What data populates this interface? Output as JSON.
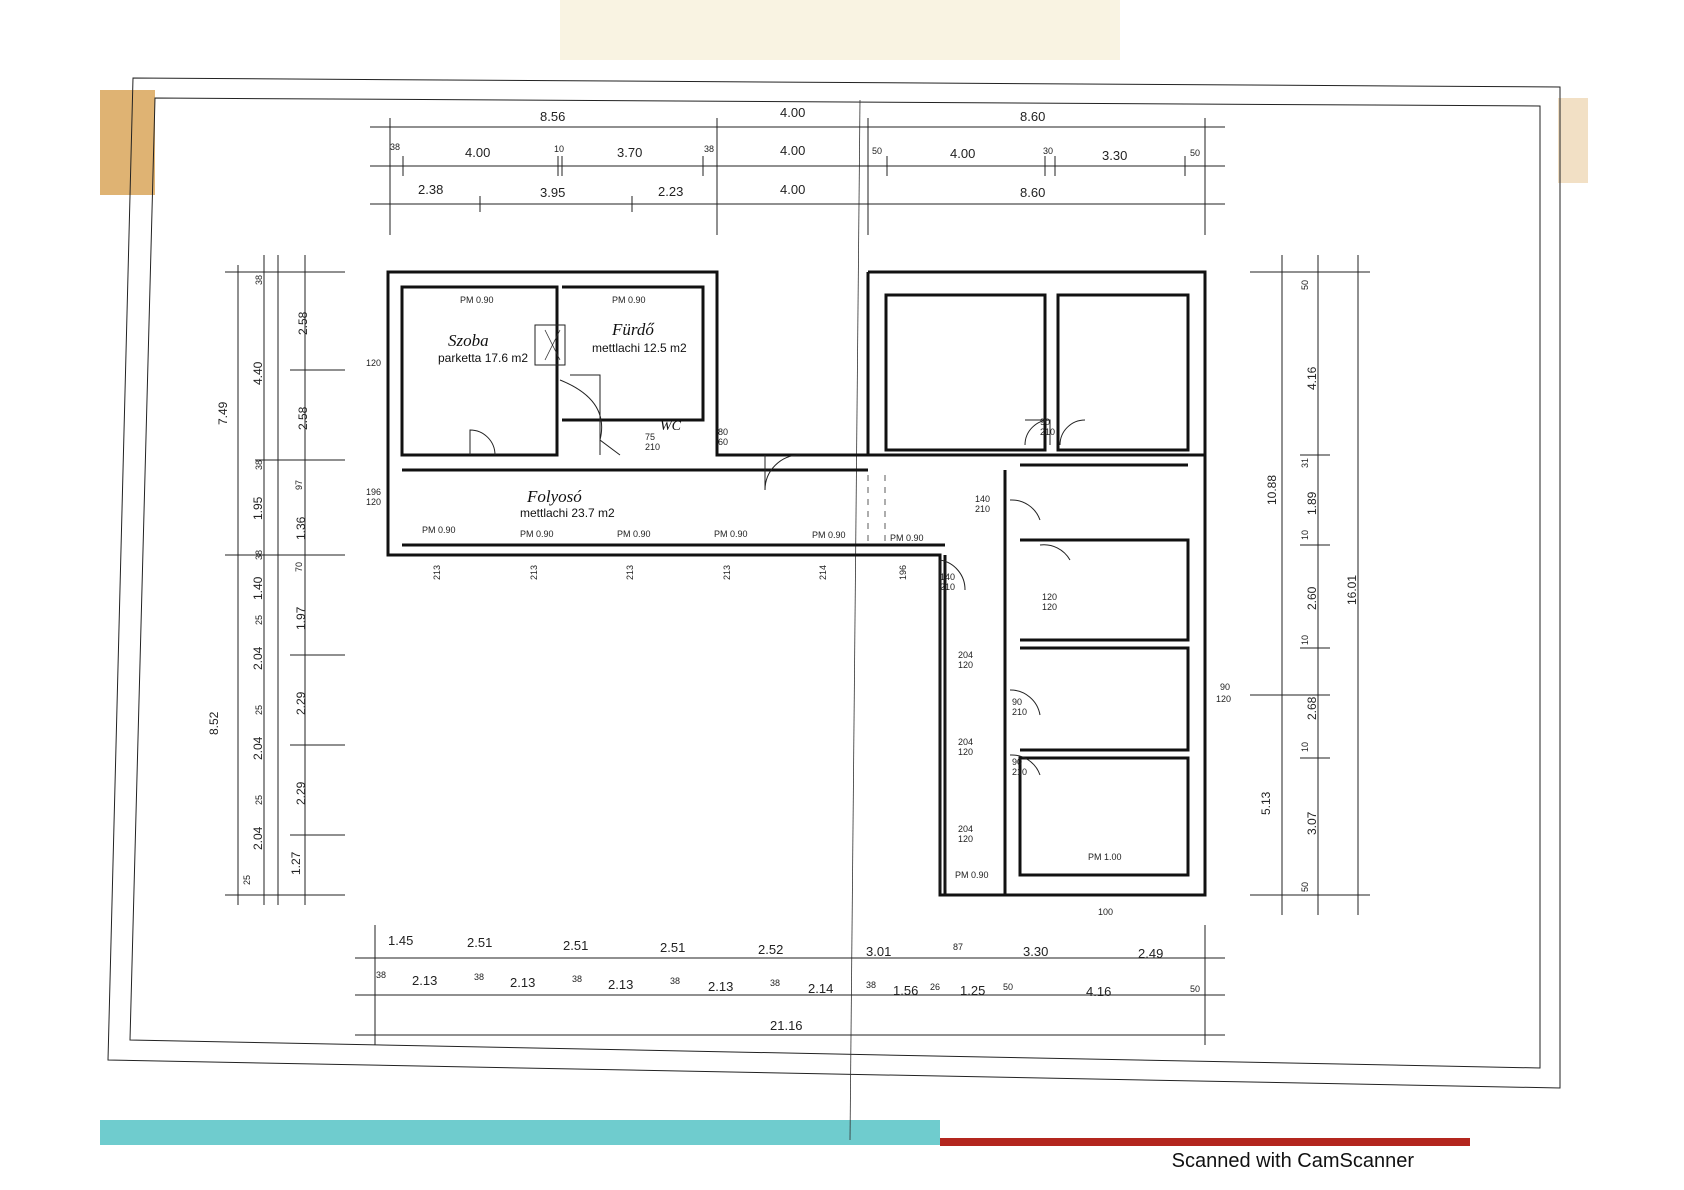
{
  "rooms": {
    "szoba": {
      "name": "Szoba",
      "detail": "parketta 17.6 m2"
    },
    "furdo": {
      "name": "Fürdő",
      "detail": "mettlachi 12.5 m2"
    },
    "wc": {
      "name": "WC"
    },
    "folyoso": {
      "name": "Folyosó",
      "detail": "mettlachi 23.7 m2"
    }
  },
  "top_dims": {
    "row1": [
      "8.56",
      "4.00",
      "8.60"
    ],
    "row2": [
      "38",
      "4.00",
      "10",
      "3.70",
      "38",
      "4.00",
      "50",
      "4.00",
      "30",
      "3.30",
      "50"
    ],
    "row3": [
      "2.38",
      "3.95",
      "2.23",
      "4.00",
      "8.60"
    ]
  },
  "bottom_dims": {
    "row1": [
      "1.45",
      "2.51",
      "2.51",
      "2.51",
      "2.52",
      "3.01",
      "87",
      "3.30",
      "2.49"
    ],
    "row2": [
      "38",
      "2.13",
      "38",
      "2.13",
      "38",
      "2.13",
      "38",
      "2.13",
      "38",
      "2.14",
      "38",
      "1.56",
      "26",
      "1.25",
      "50",
      "4.16",
      "50"
    ],
    "total": "21.16"
  },
  "left_dims": {
    "outer": [
      "7.49",
      "8.52"
    ],
    "mid": [
      "4.40",
      "1.95",
      "1.40",
      "2.04",
      "2.04",
      "2.04"
    ],
    "small": [
      "38",
      "38",
      "38",
      "25",
      "25",
      "25",
      "25"
    ],
    "inner": [
      "2.58",
      "2.58",
      "97",
      "1.36",
      "70",
      "1.97",
      "2.29",
      "2.29",
      "1.27"
    ]
  },
  "right_dims": {
    "outer": "16.01",
    "mid": [
      "10.88",
      "5.13"
    ],
    "inner": [
      "4.16",
      "1.89",
      "2.60",
      "2.68",
      "3.07"
    ],
    "small": [
      "50",
      "31",
      "10",
      "10",
      "10",
      "50"
    ]
  },
  "openings": {
    "pm090": "PM 0.90",
    "pm100": "PM 1.00",
    "w120": "120",
    "d90": "90",
    "d210": "210",
    "d140": "140",
    "w204": "204",
    "w213": "213",
    "w214": "214",
    "w196": "196",
    "w75": "75",
    "w80": "80",
    "w60": "60",
    "w100": "100"
  },
  "scanner": "Scanned with CamScanner",
  "colors": {
    "paper": "#ffffff",
    "ink": "#111111",
    "stain": "#d9a65a",
    "teal": "#5fc6c9",
    "red": "#b3261e"
  }
}
